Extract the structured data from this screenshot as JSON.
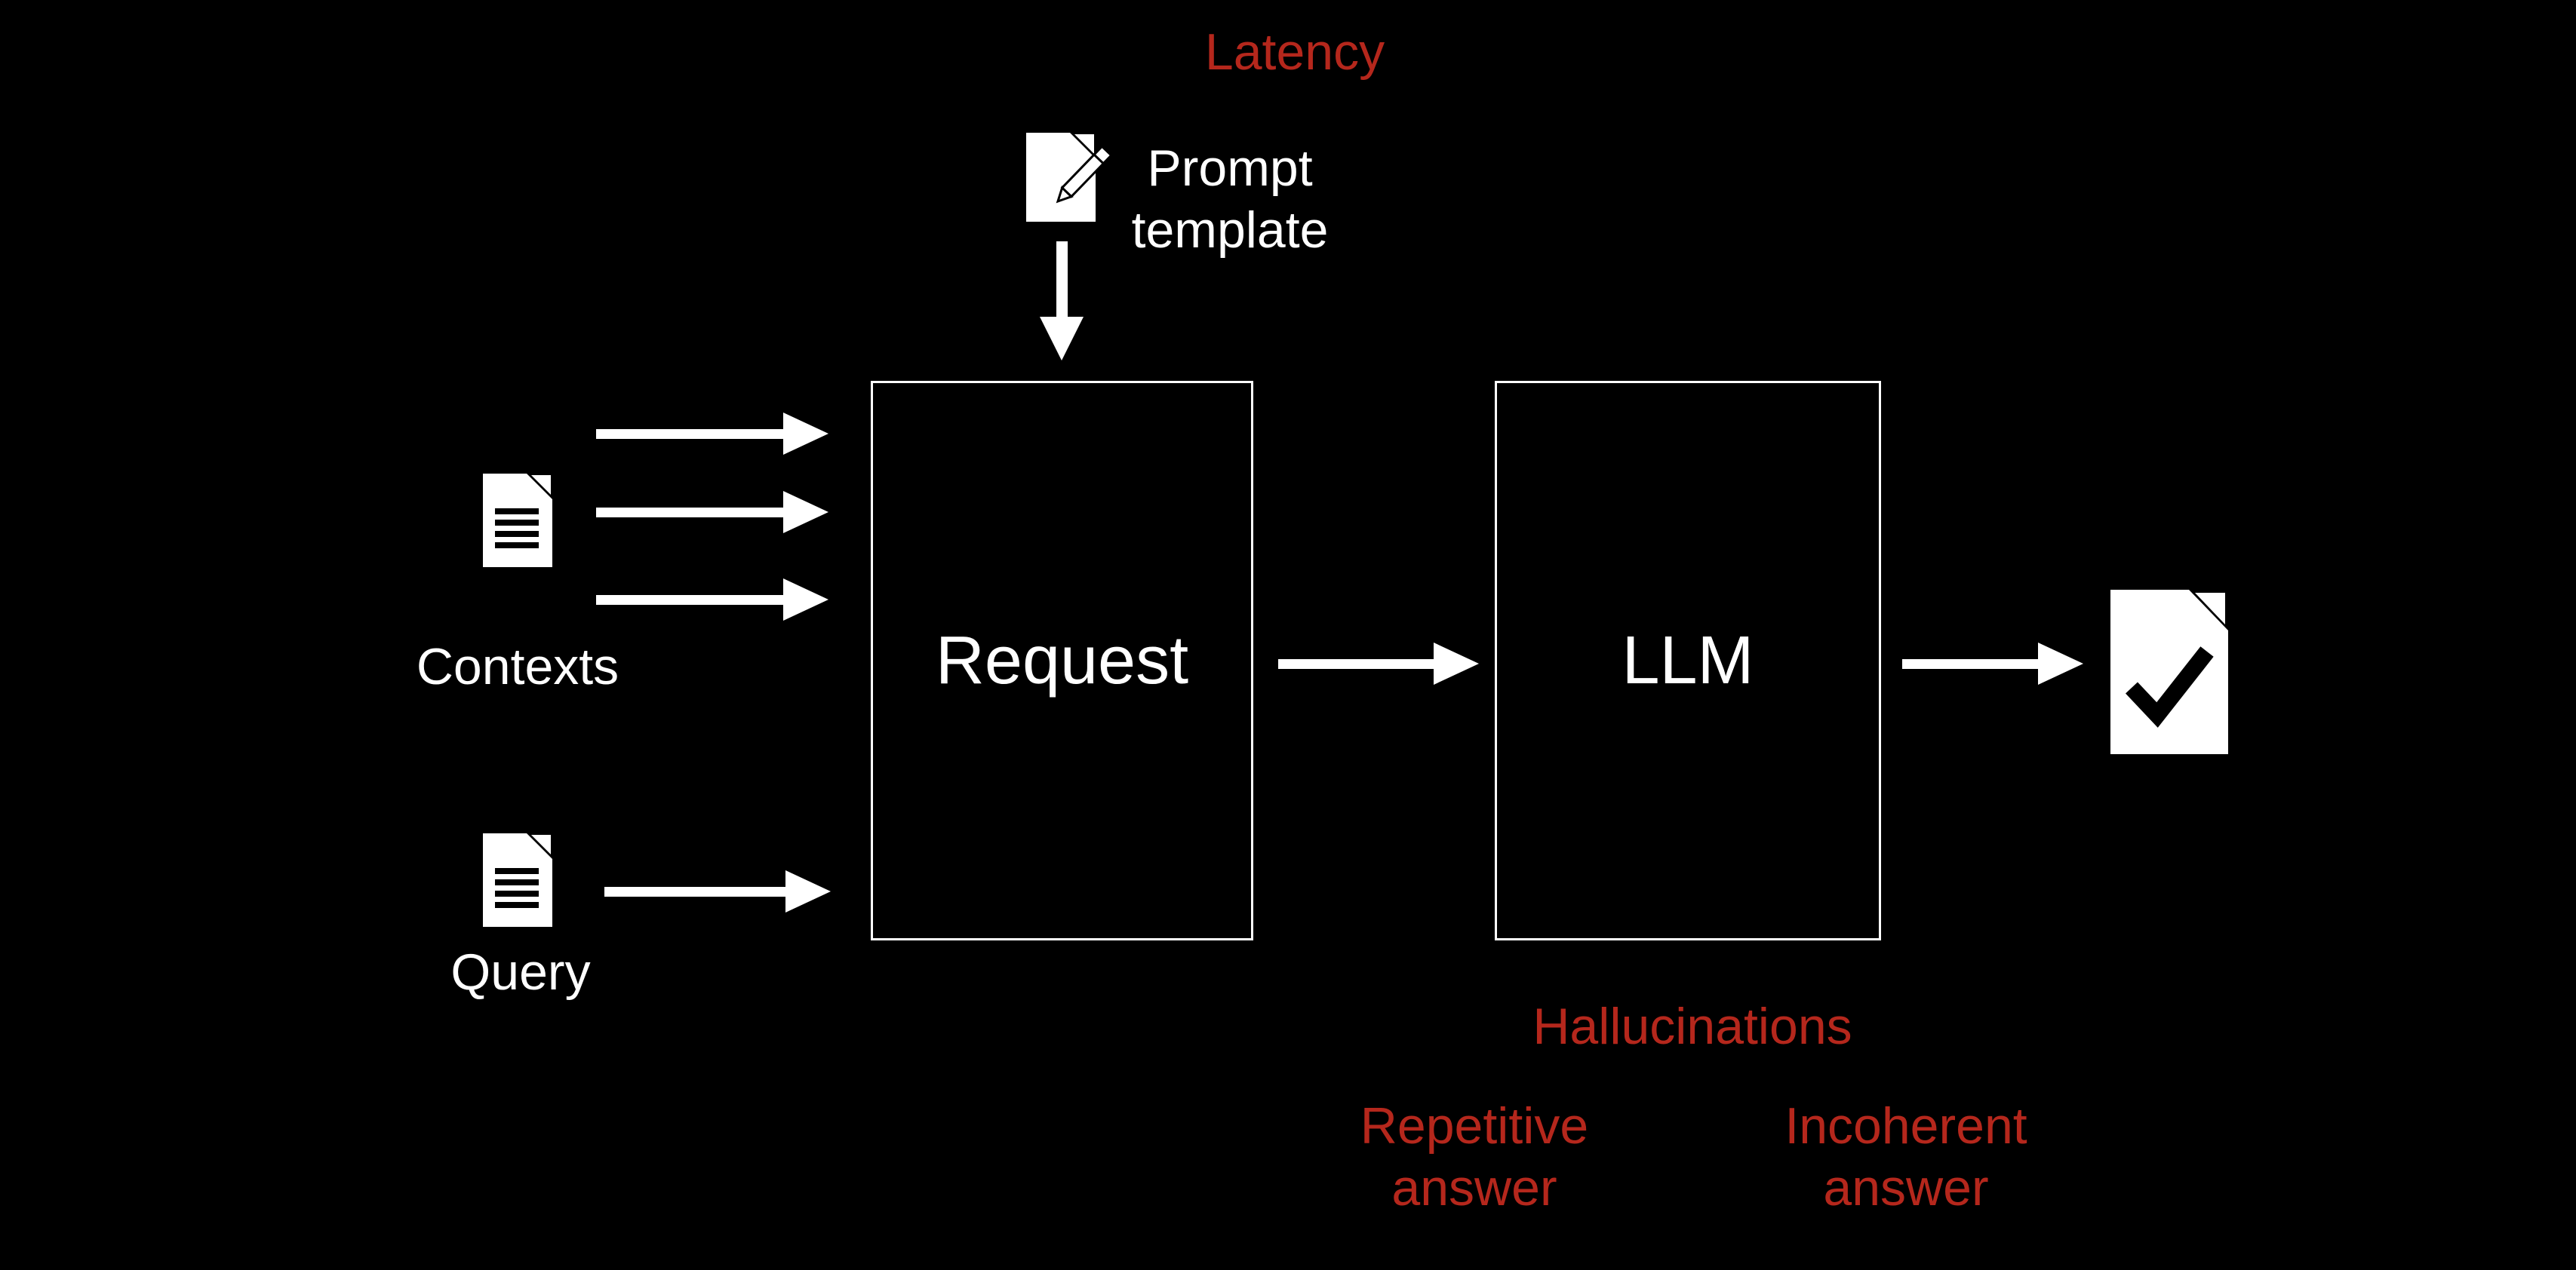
{
  "diagram": {
    "background_color": "#000000",
    "text_color": "#ffffff",
    "warning_color": "#b5271c",
    "inputs": {
      "contexts": {
        "label": "Contexts",
        "icon": "document-icon",
        "arrow_count": 3
      },
      "query": {
        "label": "Query",
        "icon": "document-icon",
        "arrow_count": 1
      },
      "prompt_template": {
        "line1": "Prompt",
        "line2": "template",
        "icon": "document-edit-icon"
      }
    },
    "nodes": {
      "request": {
        "label": "Request"
      },
      "llm": {
        "label": "LLM"
      }
    },
    "output": {
      "icon": "document-check-icon"
    },
    "warnings": {
      "latency": "Latency",
      "hallucinations": "Hallucinations",
      "repetitive": {
        "line1": "Repetitive",
        "line2": "answer"
      },
      "incoherent": {
        "line1": "Incoherent",
        "line2": "answer"
      }
    }
  }
}
